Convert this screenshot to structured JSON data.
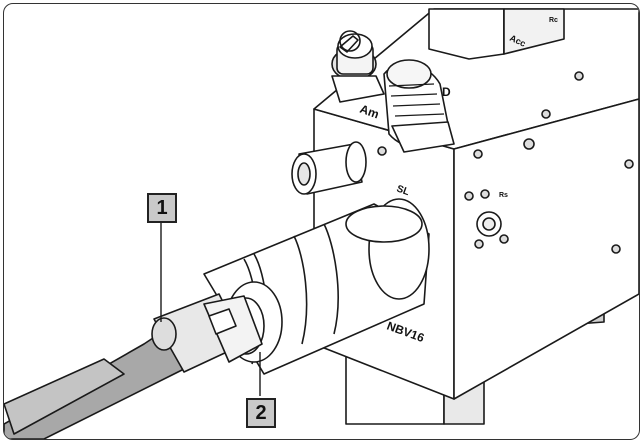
{
  "callouts": [
    {
      "number": "1"
    },
    {
      "number": "2"
    }
  ],
  "block_labels": {
    "port_am": "Am",
    "port_d": "D",
    "port_acc": "Acc",
    "port_sl": "SL",
    "port_rs": "Rs",
    "model": "NBV16",
    "top_tag": "Rc"
  },
  "colors": {
    "line": "#1a1a1a",
    "fill": "#ffffff",
    "hose": "#9a9a9a",
    "callout_bg": "#c9c9c9"
  }
}
